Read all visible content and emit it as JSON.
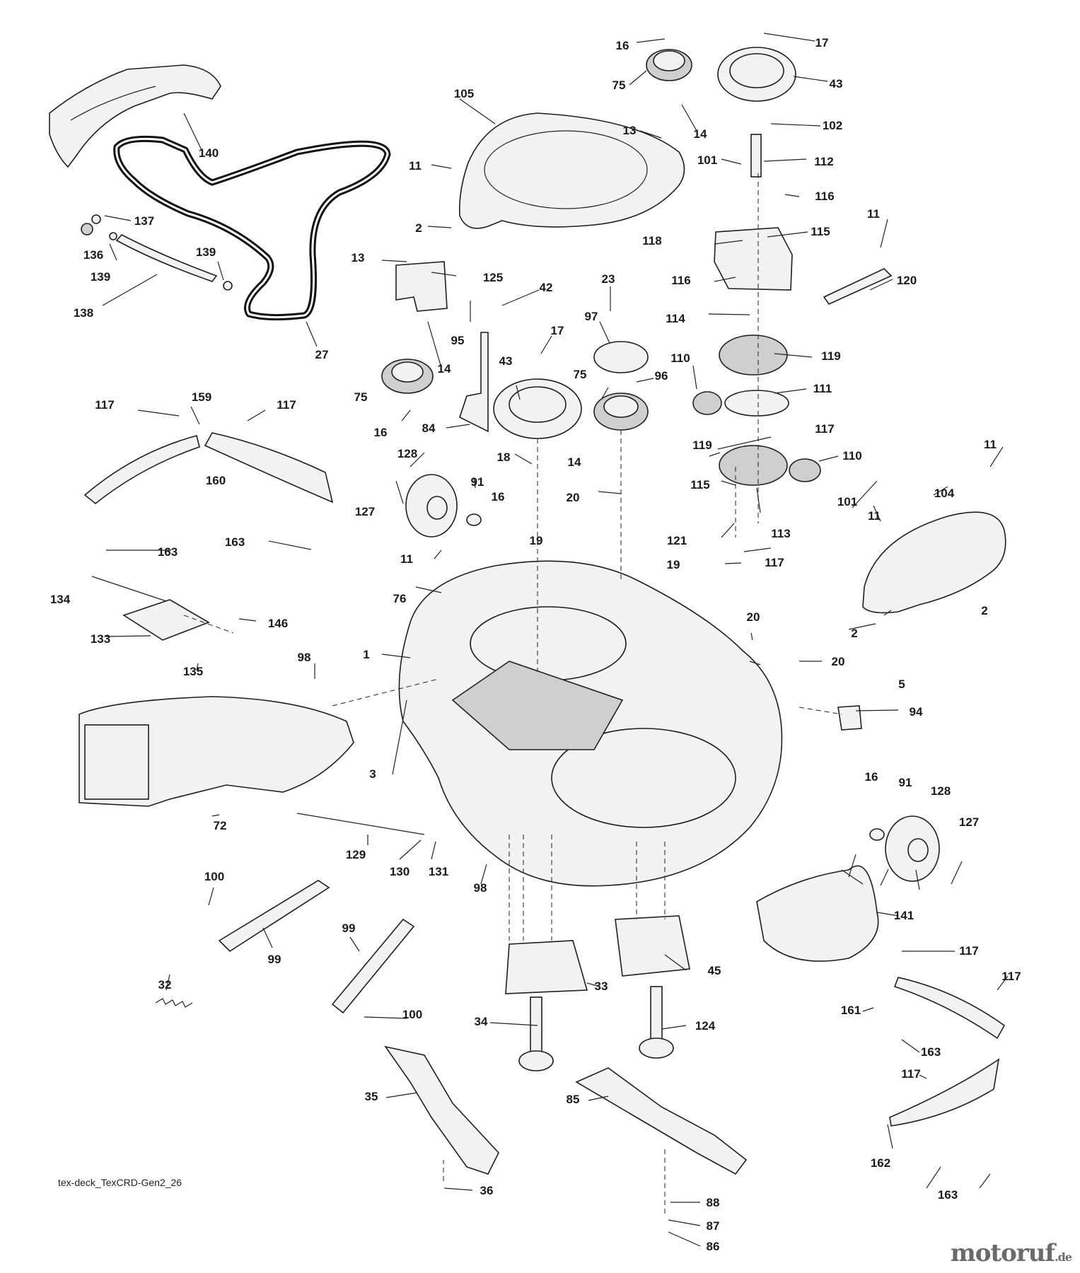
{
  "diagram": {
    "reference_code": "tex-deck_TexCRD-Gen2_26",
    "watermark": {
      "brand": "motoruf",
      "tld": ".de"
    },
    "labels": [
      {
        "id": "l1",
        "text": "16"
      },
      {
        "id": "l2",
        "text": "17"
      },
      {
        "id": "l3",
        "text": "75"
      },
      {
        "id": "l4",
        "text": "43"
      },
      {
        "id": "l5",
        "text": "105"
      },
      {
        "id": "l6",
        "text": "14"
      },
      {
        "id": "l7",
        "text": "13"
      },
      {
        "id": "l8",
        "text": "102"
      },
      {
        "id": "l9",
        "text": "140"
      },
      {
        "id": "l10",
        "text": "11"
      },
      {
        "id": "l11",
        "text": "101"
      },
      {
        "id": "l12",
        "text": "112"
      },
      {
        "id": "l13",
        "text": "116"
      },
      {
        "id": "l14",
        "text": "137"
      },
      {
        "id": "l15",
        "text": "2"
      },
      {
        "id": "l16",
        "text": "11"
      },
      {
        "id": "l17",
        "text": "136"
      },
      {
        "id": "l18",
        "text": "139"
      },
      {
        "id": "l19",
        "text": "115"
      },
      {
        "id": "l20",
        "text": "118"
      },
      {
        "id": "l21",
        "text": "139"
      },
      {
        "id": "l22",
        "text": "13"
      },
      {
        "id": "l23",
        "text": "125"
      },
      {
        "id": "l24",
        "text": "116"
      },
      {
        "id": "l25",
        "text": "120"
      },
      {
        "id": "l26",
        "text": "138"
      },
      {
        "id": "l27",
        "text": "42"
      },
      {
        "id": "l28",
        "text": "23"
      },
      {
        "id": "l29",
        "text": "95"
      },
      {
        "id": "l30",
        "text": "97"
      },
      {
        "id": "l31",
        "text": "114"
      },
      {
        "id": "l32",
        "text": "27"
      },
      {
        "id": "l33",
        "text": "17"
      },
      {
        "id": "l34",
        "text": "119"
      },
      {
        "id": "l35",
        "text": "14"
      },
      {
        "id": "l36",
        "text": "110"
      },
      {
        "id": "l37",
        "text": "43"
      },
      {
        "id": "l38",
        "text": "96"
      },
      {
        "id": "l39",
        "text": "75"
      },
      {
        "id": "l40",
        "text": "111"
      },
      {
        "id": "l41",
        "text": "75"
      },
      {
        "id": "l42",
        "text": "159"
      },
      {
        "id": "l43",
        "text": "117"
      },
      {
        "id": "l44",
        "text": "117"
      },
      {
        "id": "l45",
        "text": "16"
      },
      {
        "id": "l46",
        "text": "84"
      },
      {
        "id": "l47",
        "text": "117"
      },
      {
        "id": "l48",
        "text": "119"
      },
      {
        "id": "l49",
        "text": "110"
      },
      {
        "id": "l50",
        "text": "11"
      },
      {
        "id": "l51",
        "text": "128"
      },
      {
        "id": "l52",
        "text": "18"
      },
      {
        "id": "l53",
        "text": "14"
      },
      {
        "id": "l54",
        "text": "160"
      },
      {
        "id": "l55",
        "text": "91"
      },
      {
        "id": "l56",
        "text": "20"
      },
      {
        "id": "l57",
        "text": "115"
      },
      {
        "id": "l58",
        "text": "104"
      },
      {
        "id": "l59",
        "text": "16"
      },
      {
        "id": "l60",
        "text": "127"
      },
      {
        "id": "l61",
        "text": "101"
      },
      {
        "id": "l62",
        "text": "11"
      },
      {
        "id": "l63",
        "text": "19"
      },
      {
        "id": "l64",
        "text": "113"
      },
      {
        "id": "l65",
        "text": "163"
      },
      {
        "id": "l66",
        "text": "163"
      },
      {
        "id": "l67",
        "text": "121"
      },
      {
        "id": "l68",
        "text": "11"
      },
      {
        "id": "l69",
        "text": "19"
      },
      {
        "id": "l70",
        "text": "117"
      },
      {
        "id": "l71",
        "text": "134"
      },
      {
        "id": "l72",
        "text": "76"
      },
      {
        "id": "l73",
        "text": "2"
      },
      {
        "id": "l74",
        "text": "146"
      },
      {
        "id": "l75",
        "text": "20"
      },
      {
        "id": "l76",
        "text": "2"
      },
      {
        "id": "l77",
        "text": "133"
      },
      {
        "id": "l78",
        "text": "1"
      },
      {
        "id": "l79",
        "text": "98"
      },
      {
        "id": "l80",
        "text": "135"
      },
      {
        "id": "l81",
        "text": "20"
      },
      {
        "id": "l82",
        "text": "5"
      },
      {
        "id": "l83",
        "text": "94"
      },
      {
        "id": "l84",
        "text": "3"
      },
      {
        "id": "l85",
        "text": "16"
      },
      {
        "id": "l86",
        "text": "91"
      },
      {
        "id": "l87",
        "text": "128"
      },
      {
        "id": "l88",
        "text": "72"
      },
      {
        "id": "l89",
        "text": "127"
      },
      {
        "id": "l90",
        "text": "129"
      },
      {
        "id": "l91",
        "text": "130"
      },
      {
        "id": "l92",
        "text": "131"
      },
      {
        "id": "l93",
        "text": "98"
      },
      {
        "id": "l94",
        "text": "100"
      },
      {
        "id": "l95",
        "text": "141"
      },
      {
        "id": "l96",
        "text": "99"
      },
      {
        "id": "l97",
        "text": "99"
      },
      {
        "id": "l98",
        "text": "32"
      },
      {
        "id": "l99",
        "text": "33"
      },
      {
        "id": "l100",
        "text": "45"
      },
      {
        "id": "l101",
        "text": "117"
      },
      {
        "id": "l102",
        "text": "117"
      },
      {
        "id": "l103",
        "text": "100"
      },
      {
        "id": "l104",
        "text": "161"
      },
      {
        "id": "l105",
        "text": "34"
      },
      {
        "id": "l106",
        "text": "124"
      },
      {
        "id": "l107",
        "text": "163"
      },
      {
        "id": "l108",
        "text": "35"
      },
      {
        "id": "l109",
        "text": "117"
      },
      {
        "id": "l110",
        "text": "85"
      },
      {
        "id": "l111",
        "text": "162"
      },
      {
        "id": "l112",
        "text": "163"
      },
      {
        "id": "l113",
        "text": "36"
      },
      {
        "id": "l114",
        "text": "88"
      },
      {
        "id": "l115",
        "text": "87"
      },
      {
        "id": "l116",
        "text": "86"
      }
    ]
  }
}
